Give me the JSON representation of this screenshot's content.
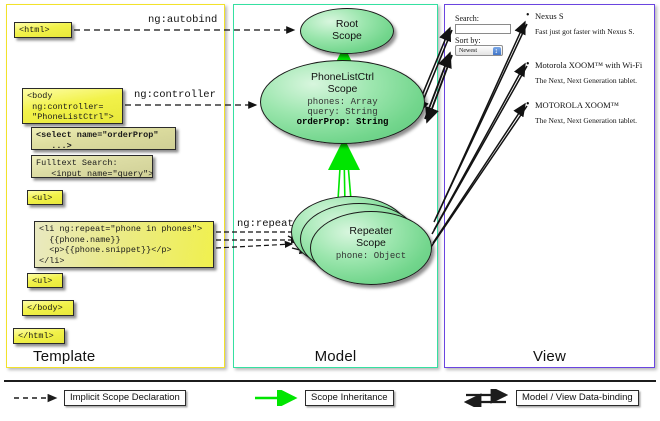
{
  "panels": {
    "template": {
      "label": "Template",
      "border_color": "#f2e22a"
    },
    "model": {
      "label": "Model",
      "border_color": "#35e0a1"
    },
    "view": {
      "label": "View",
      "border_color": "#6a45e0"
    }
  },
  "template_boxes": [
    {
      "id": "html-open",
      "text": "<html>"
    },
    {
      "id": "body-open",
      "text": "<body\n ng:controller=\n \"PhoneListCtrl\">"
    },
    {
      "id": "select-tag",
      "text": "<select name=\"orderProp\"\n   ...>"
    },
    {
      "id": "fulltext",
      "text": "Fulltext Search:\n   <input name=\"query\">"
    },
    {
      "id": "ul-open",
      "text": "<ul>"
    },
    {
      "id": "li-repeat",
      "text": "<li ng:repeat=\"phone in phones\">\n  {{phone.name}}\n  <p>{{phone.snippet}}</p>\n</li>"
    },
    {
      "id": "ul-close",
      "text": "<ul>"
    },
    {
      "id": "body-close",
      "text": "</body>"
    },
    {
      "id": "html-close",
      "text": "</html>"
    }
  ],
  "edge_labels": {
    "autobind": "ng:autobind",
    "controller": "ng:controller",
    "repeat": "ng:repeat"
  },
  "scopes": [
    {
      "id": "root-scope",
      "title_line1": "Root",
      "title_line2": "Scope",
      "props": []
    },
    {
      "id": "phonelistctrl-scope",
      "title_line1": "PhoneListCtrl",
      "title_line2": "Scope",
      "props": [
        {
          "text": "phones: Array",
          "bold": false
        },
        {
          "text": "query: String",
          "bold": false
        },
        {
          "text": "orderProp: String",
          "bold": true
        }
      ]
    },
    {
      "id": "repeater-scope",
      "title_line1": "Repeater",
      "title_line2": "Scope",
      "props": [
        {
          "text": "phone: Object",
          "bold": false
        }
      ]
    }
  ],
  "view": {
    "search_label": "Search:",
    "search_value": "",
    "search_placeholder": "",
    "sort_label": "Sort by:",
    "sort_selected": "Newest",
    "sort_options": [
      "Newest"
    ],
    "phones": [
      {
        "name": "Nexus S",
        "snippet": "Fast just got faster with Nexus S."
      },
      {
        "name": "Motorola XOOM™ with Wi-Fi",
        "snippet": "The Next, Next Generation tablet."
      },
      {
        "name": "MOTOROLA XOOM™",
        "snippet": "The Next, Next Generation tablet."
      }
    ]
  },
  "legend": [
    {
      "id": "implicit-scope-declaration",
      "label": "Implicit Scope Declaration",
      "line_style": "dashed",
      "color": "#1c1c1c"
    },
    {
      "id": "scope-inheritance",
      "label": "Scope Inheritance",
      "line_style": "solid",
      "color": "#00e500"
    },
    {
      "id": "model-view-data-binding",
      "label": "Model / View Data-binding",
      "line_style": "double",
      "color": "#1c1c1c"
    }
  ],
  "colors": {
    "code_box_fill": "#f2f24a",
    "scope_fill": "#73d68d",
    "inheritance_arrow": "#00e500",
    "outline": "#1a1a1a"
  }
}
